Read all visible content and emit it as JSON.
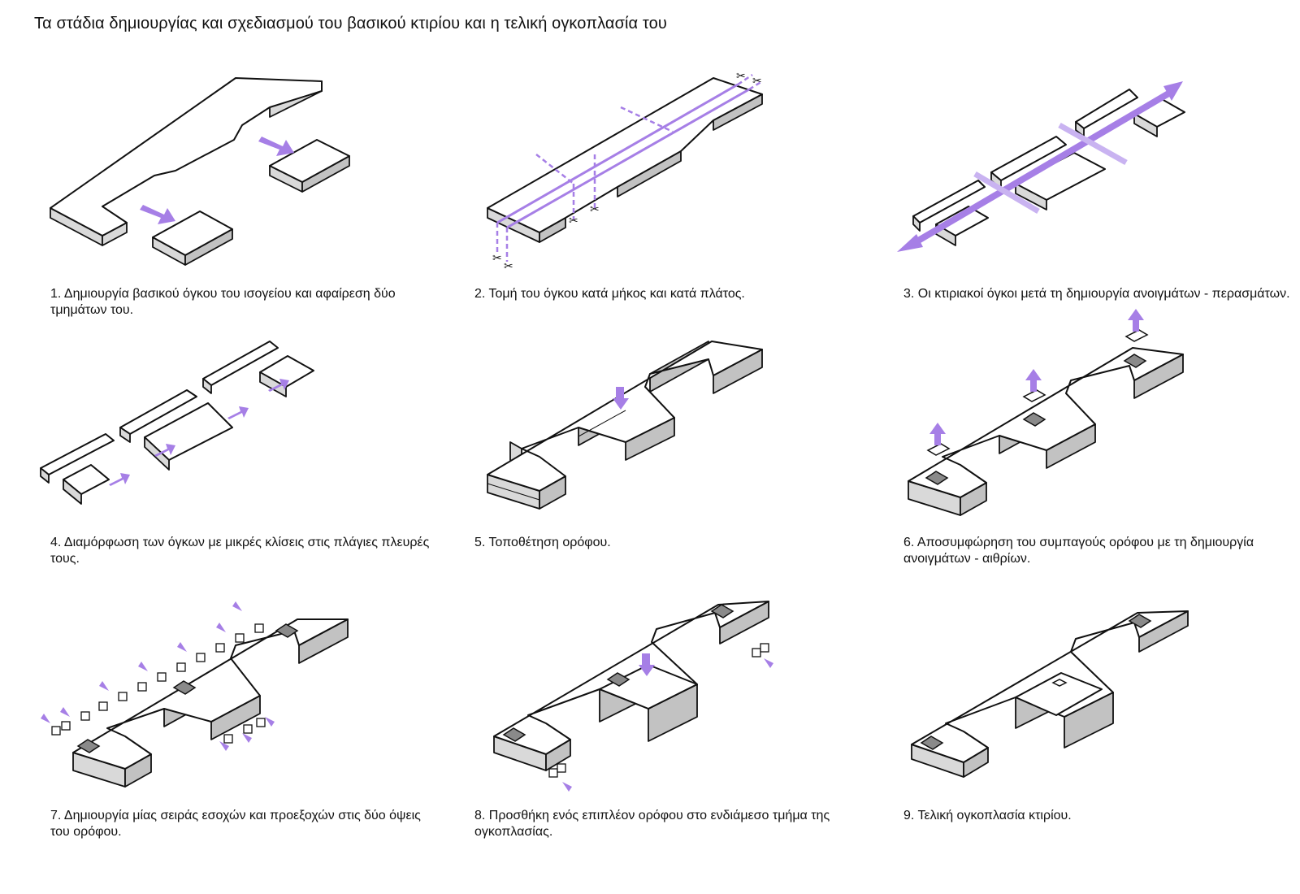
{
  "title": "Τα στάδια δημιουργίας και σχεδιασμού του βασικού κτιρίου και η τελική ογκοπλασία του",
  "colors": {
    "accent": "#a67fe6",
    "outline": "#111111",
    "side": "#d9d9d9",
    "side_dark": "#c2c2c2",
    "top": "#ffffff"
  },
  "icons": [
    "arrow-icon",
    "scissors-icon"
  ],
  "steps": [
    {
      "caption": "1. Δημιουργία βασικού όγκου του ισογείου και αφαίρεση δύο τμημάτων του."
    },
    {
      "caption": "2. Τομή του όγκου κατά μήκος και κατά πλάτος."
    },
    {
      "caption": "3. Οι κτιριακοί όγκοι μετά τη δημιουργία ανοιγμάτων - περασμάτων."
    },
    {
      "caption": "4. Διαμόρφωση των όγκων με μικρές κλίσεις στις πλάγιες πλευρές τους."
    },
    {
      "caption": "5. Τοποθέτηση ορόφου."
    },
    {
      "caption": "6. Αποσυμφώρηση του συμπαγούς ορόφου με τη δημιουργία ανοιγμάτων - αιθρίων."
    },
    {
      "caption": "7. Δημιουργία μίας σειράς εσοχών και προεξοχών στις δύο όψεις του ορόφου."
    },
    {
      "caption": "8. Προσθήκη ενός επιπλέον ορόφου στο ενδιάμεσο τμήμα της ογκοπλασίας."
    },
    {
      "caption": "9. Τελική ογκοπλασία κτιρίου."
    }
  ]
}
